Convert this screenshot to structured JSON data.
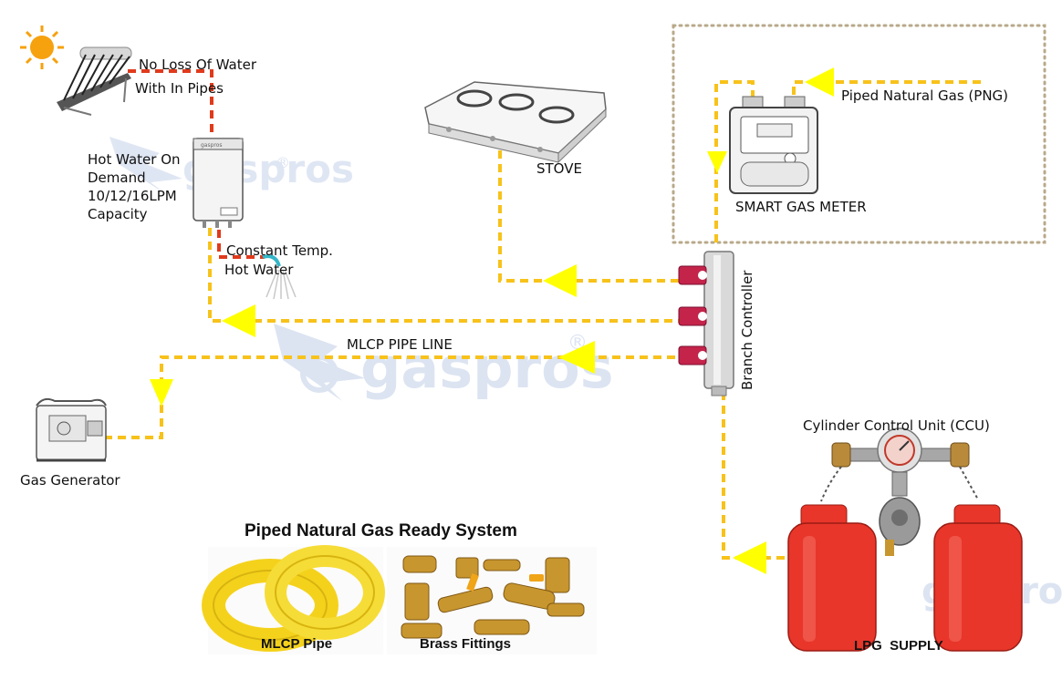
{
  "labels": {
    "no_loss_line1": "No Loss Of Water",
    "no_loss_line2": "With In Pipes",
    "hot_water_line1": "Hot Water On",
    "hot_water_line2": "Demand",
    "hot_water_line3": "10/12/16LPM",
    "hot_water_line4": "Capacity",
    "constant_line1": "Constant Temp.",
    "constant_line2": "Hot Water",
    "stove": "STOVE",
    "png": "Piped Natural Gas (PNG)",
    "smart_meter": "SMART GAS METER",
    "branch_controller": "Branch Controller",
    "mlcp_line": "MLCP PIPE LINE",
    "gas_generator": "Gas Generator",
    "ccu": "Cylinder Control Unit (CCU)",
    "lpg_supply": "LPG  SUPPLY",
    "system_title": "Piped Natural Gas Ready System",
    "mlcp_pipe": "MLCP Pipe",
    "brass_fittings": "Brass Fittings",
    "watermark": "gaspros",
    "watermark_reg": "®",
    "heater_brand": "gaspros"
  },
  "colors": {
    "gas_line": "#f7c21a",
    "water_line": "#e03a1c",
    "arrow": "#ffff00",
    "cylinder": "#e8362a",
    "pipe_coil": "#f4d21c",
    "brass": "#c8962e",
    "meter_box": "#b8a98a",
    "watermark": "#dce4f2"
  }
}
